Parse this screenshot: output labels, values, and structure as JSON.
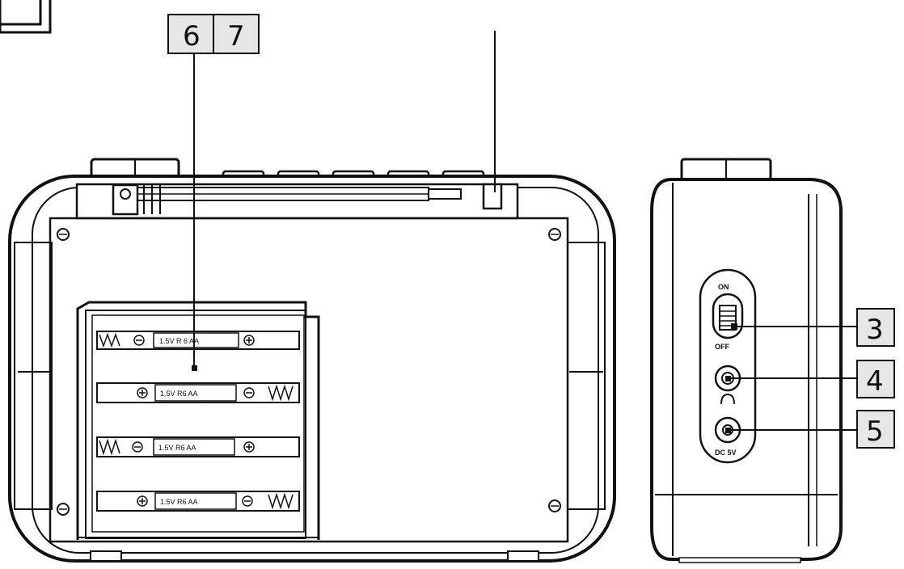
{
  "callouts": {
    "c6": "6",
    "c7": "7",
    "c3": "3",
    "c4": "4",
    "c5": "5"
  },
  "battery_label": "1.5V  R 6 AA",
  "battery_label_short": "1.5V R6 AA",
  "switch_on_label": "ON",
  "switch_off_label": "OFF",
  "dc_label": "DC 5V",
  "colors": {
    "stroke": "#111111",
    "callout_fill": "#e6e6e6",
    "background": "#ffffff"
  }
}
